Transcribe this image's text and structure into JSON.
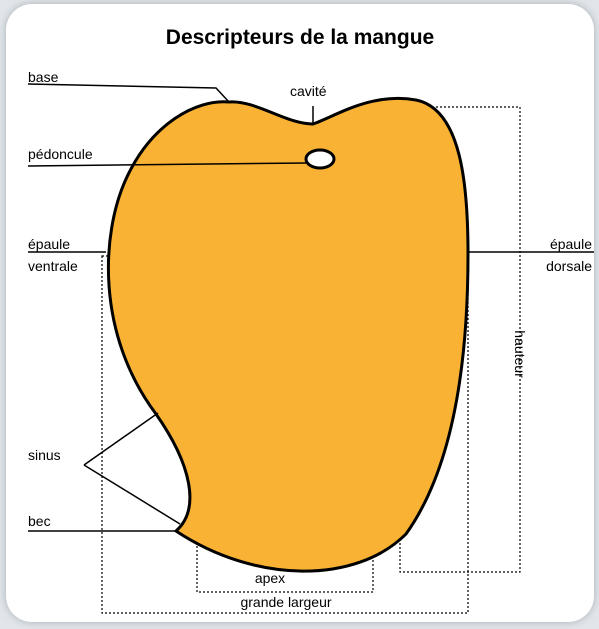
{
  "title": "Descripteurs de la mangue",
  "colors": {
    "fruit_fill": "#f9b233",
    "outline": "#000000",
    "background": "#ffffff"
  },
  "labels": {
    "base": "base",
    "cavite": "cavité",
    "pedoncule": "pédoncule",
    "epaule_ventrale_1": "épaule",
    "epaule_ventrale_2": "ventrale",
    "epaule_dorsale_1": "épaule",
    "epaule_dorsale_2": "dorsale",
    "hauteur": "hauteur",
    "sinus": "sinus",
    "bec": "bec",
    "apex": "apex",
    "grande_largeur": "grande largeur"
  }
}
